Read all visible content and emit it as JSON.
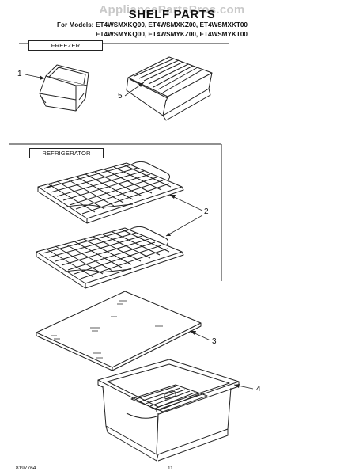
{
  "watermark": "AppliancePartsPros.com",
  "title": "SHELF PARTS",
  "models": {
    "prefix": "For Models:",
    "line1": "ET4WSMXKQ00, ET4WSMXKZ00, ET4WSMXKT00",
    "line2": "ET4WSMYKQ00, ET4WSMYKZ00, ET4WSMYKT00"
  },
  "sections": {
    "freezer": "FREEZER",
    "refrigerator": "REFRIGERATOR"
  },
  "callouts": [
    "1",
    "5",
    "2",
    "3",
    "4"
  ],
  "footer": {
    "doc_number": "8197764",
    "page_number": "11"
  }
}
